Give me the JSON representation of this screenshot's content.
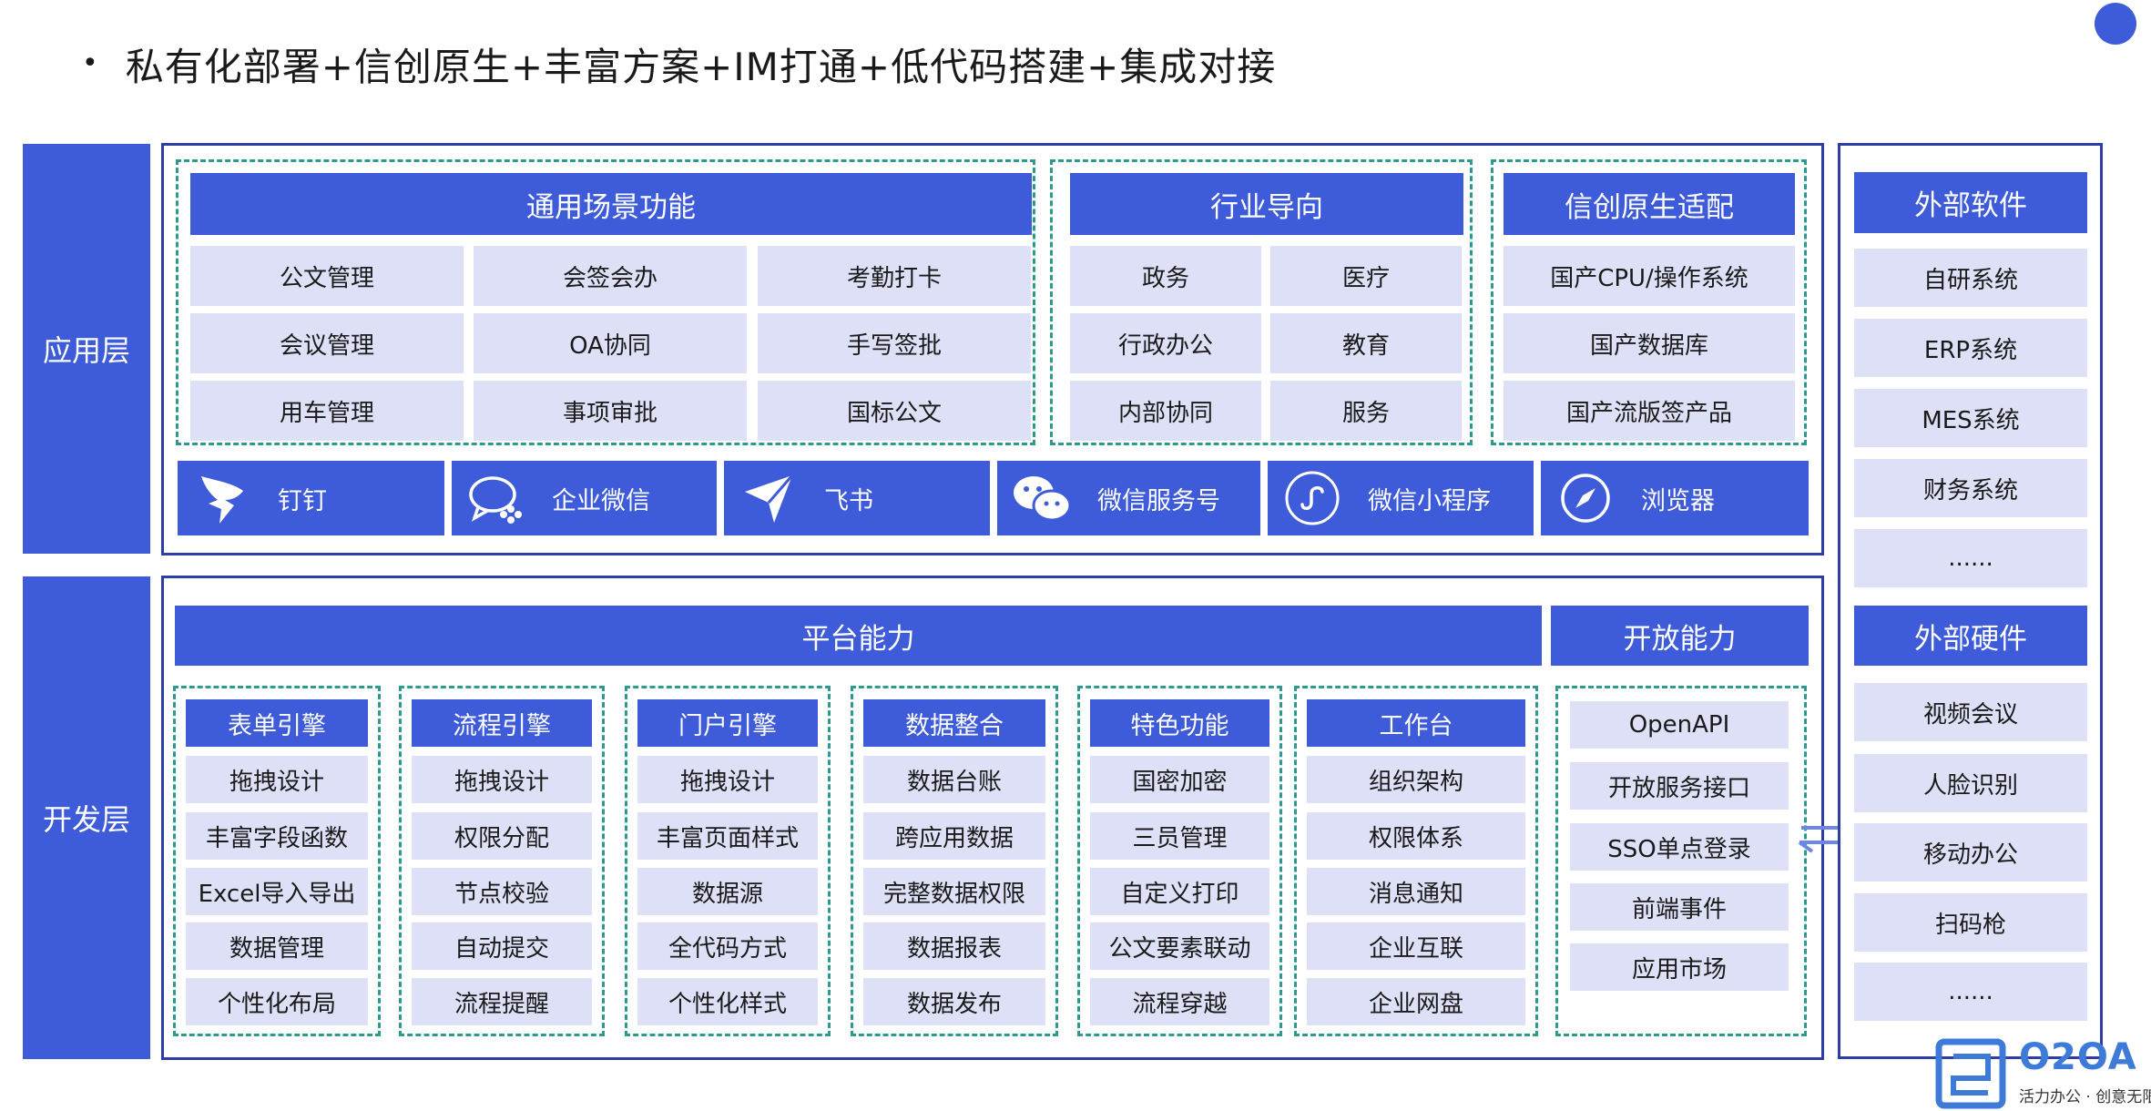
{
  "headline": "私有化部署+信创原生+丰富方案+IM打通+低代码搭建+集成对接",
  "layers": {
    "app": "应用层",
    "dev": "开发层"
  },
  "general": {
    "header": "通用场景功能",
    "cells": [
      "公文管理",
      "会签会办",
      "考勤打卡",
      "会议管理",
      "OA协同",
      "手写签批",
      "用车管理",
      "事项审批",
      "国标公文"
    ]
  },
  "industry": {
    "header": "行业导向",
    "cells": [
      "政务",
      "医疗",
      "行政办公",
      "教育",
      "内部协同",
      "服务"
    ]
  },
  "xinchuang": {
    "header": "信创原生适配",
    "cells": [
      "国产CPU/操作系统",
      "国产数据库",
      "国产流版签产品"
    ]
  },
  "channels": [
    {
      "label": "钉钉",
      "icon": "dingtalk-icon"
    },
    {
      "label": "企业微信",
      "icon": "wecom-icon"
    },
    {
      "label": "飞书",
      "icon": "feishu-icon"
    },
    {
      "label": "微信服务号",
      "icon": "wechat-icon"
    },
    {
      "label": "微信小程序",
      "icon": "mini-program-icon"
    },
    {
      "label": "浏览器",
      "icon": "browser-compass-icon"
    }
  ],
  "platform": {
    "header": "平台能力",
    "modules": [
      {
        "title": "表单引擎",
        "items": [
          "拖拽设计",
          "丰富字段函数",
          "Excel导入导出",
          "数据管理",
          "个性化布局"
        ]
      },
      {
        "title": "流程引擎",
        "items": [
          "拖拽设计",
          "权限分配",
          "节点校验",
          "自动提交",
          "流程提醒"
        ]
      },
      {
        "title": "门户引擎",
        "items": [
          "拖拽设计",
          "丰富页面样式",
          "数据源",
          "全代码方式",
          "个性化样式"
        ]
      },
      {
        "title": "数据整合",
        "items": [
          "数据台账",
          "跨应用数据",
          "完整数据权限",
          "数据报表",
          "数据发布"
        ]
      },
      {
        "title": "特色功能",
        "items": [
          "国密加密",
          "三员管理",
          "自定义打印",
          "公文要素联动",
          "流程穿越"
        ]
      },
      {
        "title": "工作台",
        "items": [
          "组织架构",
          "权限体系",
          "消息通知",
          "企业互联",
          "企业网盘"
        ]
      }
    ]
  },
  "open": {
    "header": "开放能力",
    "items": [
      "OpenAPI",
      "开放服务接口",
      "SSO单点登录",
      "前端事件",
      "应用市场"
    ]
  },
  "external_software": {
    "header": "外部软件",
    "items": [
      "自研系统",
      "ERP系统",
      "MES系统",
      "财务系统",
      "......"
    ]
  },
  "external_hardware": {
    "header": "外部硬件",
    "items": [
      "视频会议",
      "人脸识别",
      "移动办公",
      "扫码枪",
      "......"
    ]
  },
  "logo": {
    "word": "O2OA",
    "tagline": "活力办公 · 创意无限"
  },
  "colors": {
    "primary_blue": "#3E5BD9",
    "frame_navy": "#2E3DA8",
    "cell_lavender": "#DDE0F7",
    "dashed_teal": "#2E9A8E"
  }
}
